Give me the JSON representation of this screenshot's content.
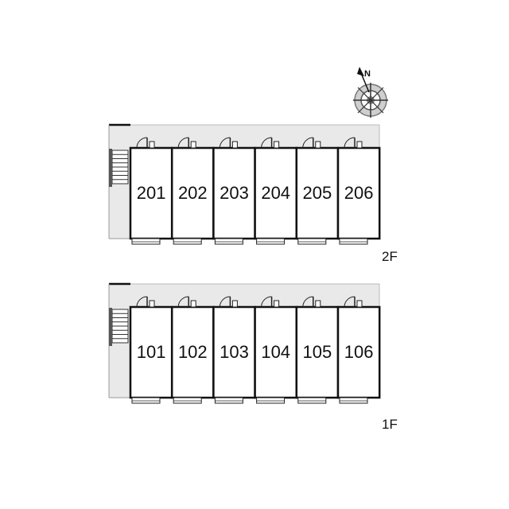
{
  "compass": {
    "north_label": "N",
    "icon": "compass-rose-icon"
  },
  "floors": [
    {
      "label": "2F",
      "units": [
        "201",
        "202",
        "203",
        "204",
        "205",
        "206"
      ]
    },
    {
      "label": "1F",
      "units": [
        "101",
        "102",
        "103",
        "104",
        "105",
        "106"
      ]
    }
  ],
  "colors": {
    "corridor": "#e9e9e9",
    "wall": "#111111",
    "background": "#ffffff"
  }
}
